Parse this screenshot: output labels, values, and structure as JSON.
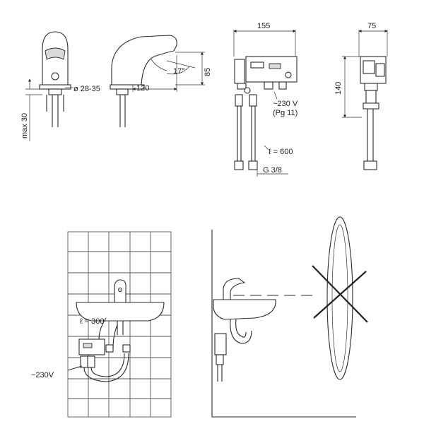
{
  "dimensions": {
    "mount_max": "max 30",
    "hole_diameter": "ø 28-35",
    "spout_reach": "120",
    "spout_angle": "17°",
    "tap_height": "85",
    "box_width": "155",
    "box_depth": "75",
    "box_height": "140",
    "power_supply": "~230 V",
    "cable_gland": "(Pg 11)",
    "hose_length": "ℓ = 600",
    "thread": "G 3/8",
    "cable_length": "ℓ = 300",
    "power_supply_install": "~230V"
  }
}
